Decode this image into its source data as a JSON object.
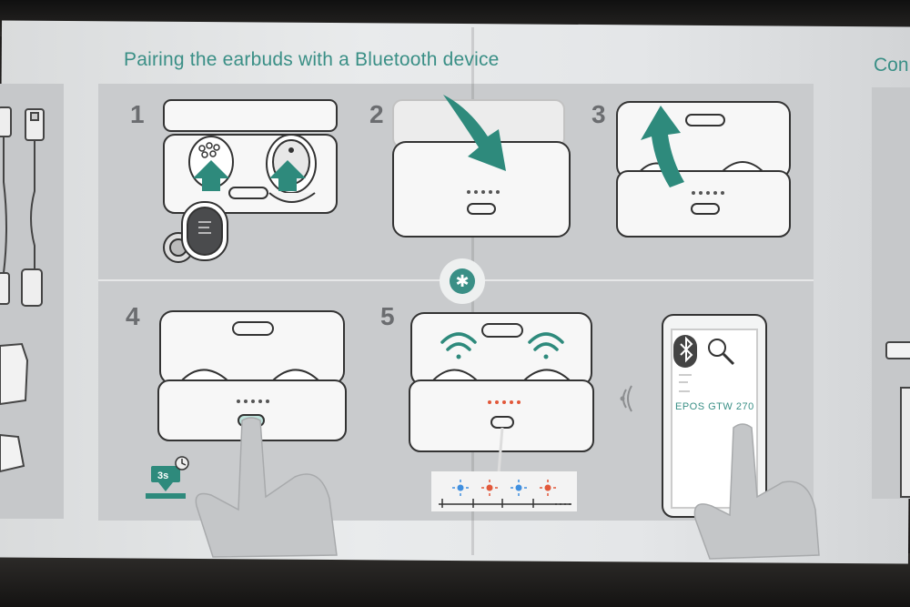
{
  "document": {
    "title": "Pairing the earbuds with a Bluetooth device",
    "next_section_fragment": "Con"
  },
  "steps": [
    {
      "number": "1"
    },
    {
      "number": "2"
    },
    {
      "number": "3"
    },
    {
      "number": "4"
    },
    {
      "number": "5"
    }
  ],
  "step4": {
    "hold_time": "3s"
  },
  "phone": {
    "device_name": "EPOS GTW 270"
  },
  "colors": {
    "accent": "#3a8f86",
    "led_blue": "#3f8fe0",
    "led_red": "#e2583a",
    "panel": "#c9cbcd"
  },
  "icons": [
    "bluetooth-icon",
    "wifi-signal-icon",
    "search-icon",
    "clock-icon",
    "arrow-up-icon",
    "arrow-down-icon"
  ]
}
